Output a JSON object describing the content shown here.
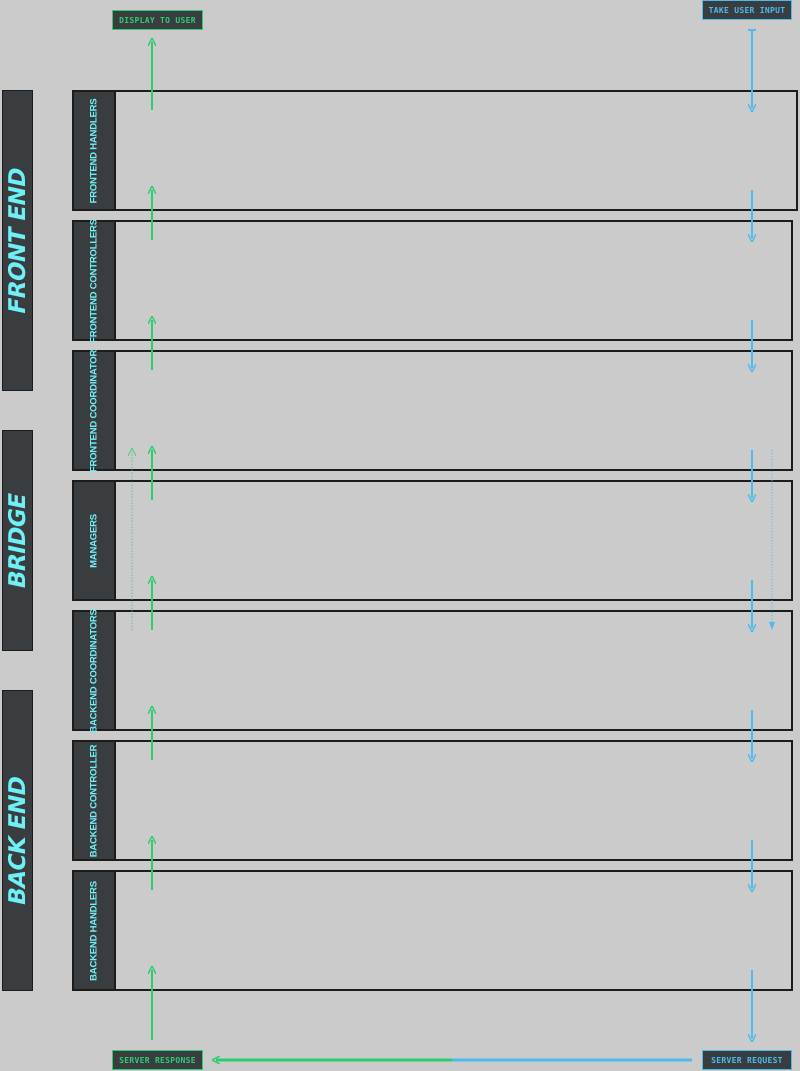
{
  "sections": [
    {
      "id": "front",
      "label": "FRONT END"
    },
    {
      "id": "bridge",
      "label": "BRIDGE"
    },
    {
      "id": "back",
      "label": "BACK END"
    }
  ],
  "layers": [
    {
      "label": "FRONTEND HANDLERS"
    },
    {
      "label": "FRONTEND CONTROLLERS"
    },
    {
      "label": "FRONTEND COORDINATOR"
    },
    {
      "label": "MANAGERS"
    },
    {
      "label": "BACKEND COORDINATORS"
    },
    {
      "label": "BACKEND CONTROLLER"
    },
    {
      "label": "BACKEND HANDLERS"
    }
  ],
  "io": {
    "display_to_user": "DISPLAY TO USER",
    "take_user_input": "TAKE USER INPUT",
    "server_response": "SERVER RESPONSE",
    "server_request": "SERVER REQUEST"
  },
  "colors": {
    "background": "#cbcbcb",
    "panel": "#393d40",
    "label": "#6ff0f6",
    "response_flow": "#2ecc71",
    "request_flow": "#4dbbeb"
  }
}
